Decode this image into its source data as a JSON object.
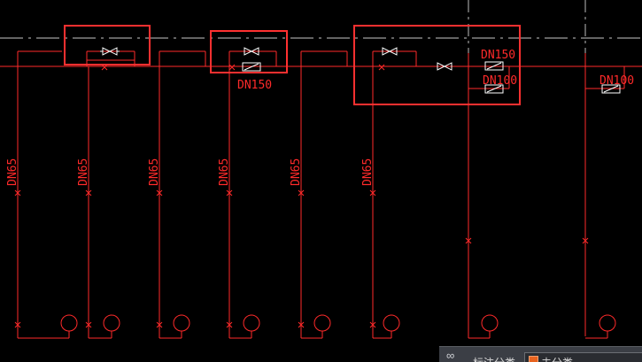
{
  "labels": {
    "main_size": "DN150",
    "branch_size": "DN65",
    "small_size": "DN100"
  },
  "panel": {
    "link_icon": "link-icon",
    "label": "标注分类",
    "color_name": "未分类"
  },
  "colors": {
    "pipe": "#ff2a2a",
    "white_symbol": "#ffffff",
    "background": "#000000",
    "highlight_box": "#ff3030"
  }
}
